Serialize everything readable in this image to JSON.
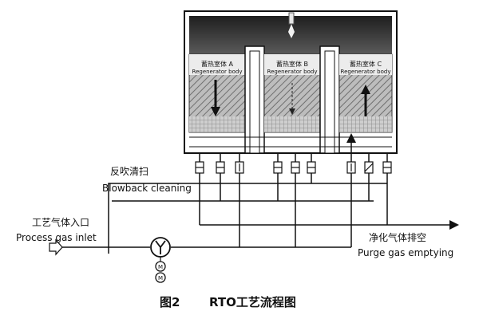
{
  "chambers": [
    {
      "name_cn": "蓄热室体 A",
      "name_en": "Regenerator body",
      "flow": "down"
    },
    {
      "name_cn": "蓄热室体 B",
      "name_en": "Regenerator body",
      "flow": "down-dashed"
    },
    {
      "name_cn": "蓄热室体 C",
      "name_en": "Regenerator body",
      "flow": "up"
    }
  ],
  "labels": {
    "blowback_cn": "反吹清扫",
    "blowback_en": "Blowback cleaning",
    "inlet_cn": "工艺气体入口",
    "inlet_en": "Process gas inlet",
    "purge_cn": "净化气体排空",
    "purge_en": "Purge gas emptying"
  },
  "caption": {
    "figure": "图2",
    "title": "RTO工艺流程图"
  },
  "icons": {
    "burner": "burner-icon",
    "fan": "fan-icon",
    "motor": "motor-icon",
    "valve": "valve-icon"
  },
  "colors": {
    "line": "#111111",
    "chamber_fill": "#bdbdbd",
    "combustion_fill": "#2f2f2f"
  }
}
